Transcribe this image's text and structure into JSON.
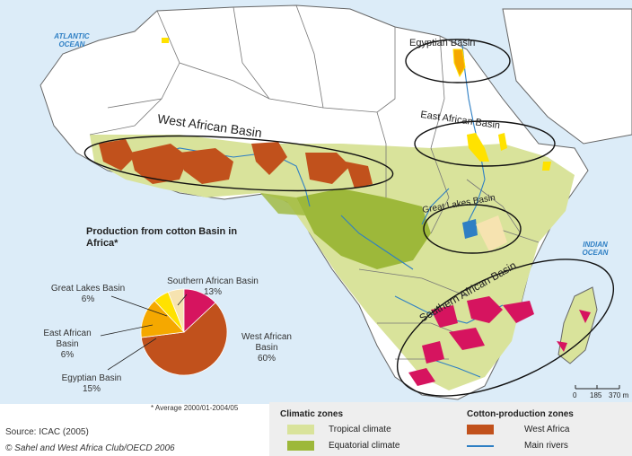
{
  "oceans": {
    "atlantic": "ATLANTIC\nOCEAN",
    "indian": "INDIAN\nOCEAN"
  },
  "basins": {
    "egyptian": "Egyptian Basin",
    "east_african": "East African Basin",
    "west_african": "West African Basin",
    "great_lakes": "Great Lakes Basin",
    "southern_african": "Southern African Basin"
  },
  "chart_title": "Production from cotton Basin in Africa*",
  "chart_data": {
    "type": "pie",
    "title": "Production from cotton Basin in Africa*",
    "slices": [
      {
        "name": "West African Basin",
        "value": 60,
        "color": "#c1511c"
      },
      {
        "name": "Egyptian Basin",
        "value": 15,
        "color": "#f5a800"
      },
      {
        "name": "East African Basin",
        "value": 6,
        "color": "#ffe200"
      },
      {
        "name": "Great Lakes Basin",
        "value": 6,
        "color": "#f6e3b0"
      },
      {
        "name": "Southern African Basin",
        "value": 13,
        "color": "#d6145f"
      }
    ]
  },
  "pie_labels": {
    "west": [
      "West African",
      "Basin",
      "60%"
    ],
    "egyptian": [
      "Egyptian Basin",
      "15%"
    ],
    "east": [
      "East African",
      "Basin",
      "6%"
    ],
    "great_lakes": [
      "Great Lakes Basin",
      "6%"
    ],
    "southern": [
      "Southern African Basin",
      "13%"
    ]
  },
  "footnote": "* Average 2000/01-2004/05",
  "source": "Source: ICAC (2005)",
  "credit": "© Sahel and West Africa Club/OECD 2006",
  "scale": {
    "zero": "0",
    "mid": "185",
    "max": "370 m"
  },
  "legend": {
    "climatic_head": "Climatic zones",
    "cotton_head": "Cotton-production zones",
    "tropical": "Tropical climate",
    "equatorial": "Equatorial climate",
    "west_africa": "West Africa",
    "rivers": "Main rivers"
  },
  "colors": {
    "tropical": "#d9e39b",
    "equatorial": "#9db83a",
    "west_africa": "#c1511c",
    "southern": "#d6145f",
    "egypt": "#f5a800",
    "east": "#ffe200",
    "great_lakes": "#f6e3b0",
    "river": "#2e7fc4",
    "ocean_bg": "#d8ebf8"
  }
}
